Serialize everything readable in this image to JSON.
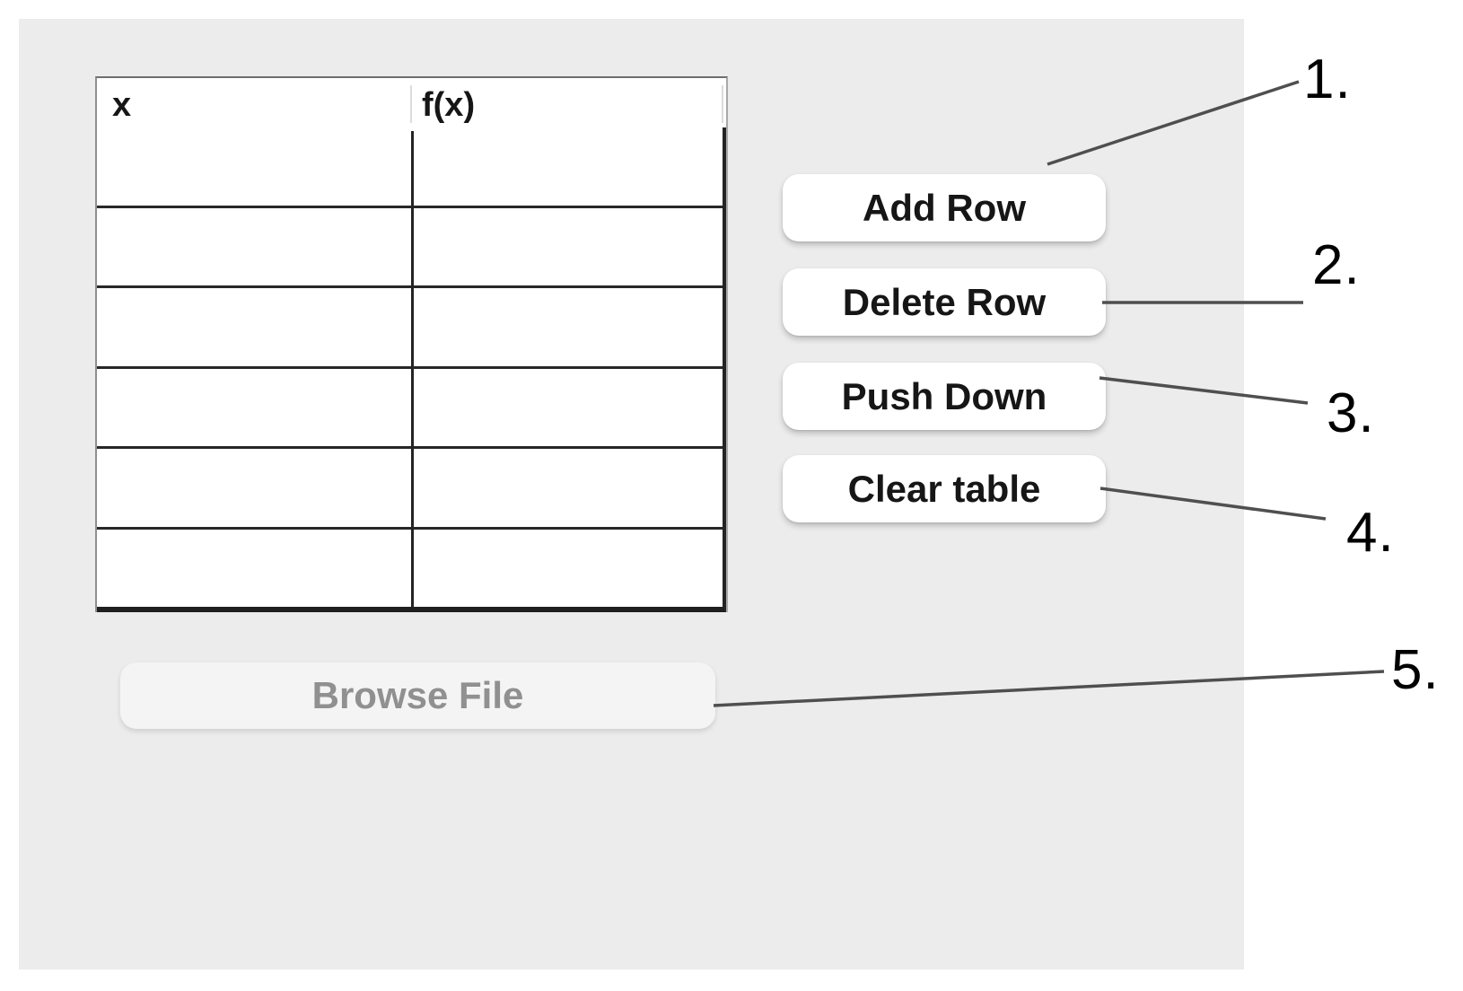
{
  "table": {
    "columns": [
      "x",
      "f(x)"
    ],
    "rows": [
      [
        "",
        ""
      ],
      [
        "",
        ""
      ],
      [
        "",
        ""
      ],
      [
        "",
        ""
      ],
      [
        "",
        ""
      ],
      [
        "",
        ""
      ]
    ]
  },
  "action_buttons": [
    {
      "label": "Add Row"
    },
    {
      "label": "Delete Row"
    },
    {
      "label": "Push Down"
    },
    {
      "label": "Clear table"
    }
  ],
  "file_button": {
    "label": "Browse File",
    "enabled": false
  },
  "annotations": [
    {
      "label": "1."
    },
    {
      "label": "2."
    },
    {
      "label": "3."
    },
    {
      "label": "4."
    },
    {
      "label": "5."
    }
  ],
  "colors": {
    "panel_bg": "#ececec",
    "table_grid": "#242424",
    "leader_line": "#4f4f4f",
    "disabled_text": "#909090"
  }
}
